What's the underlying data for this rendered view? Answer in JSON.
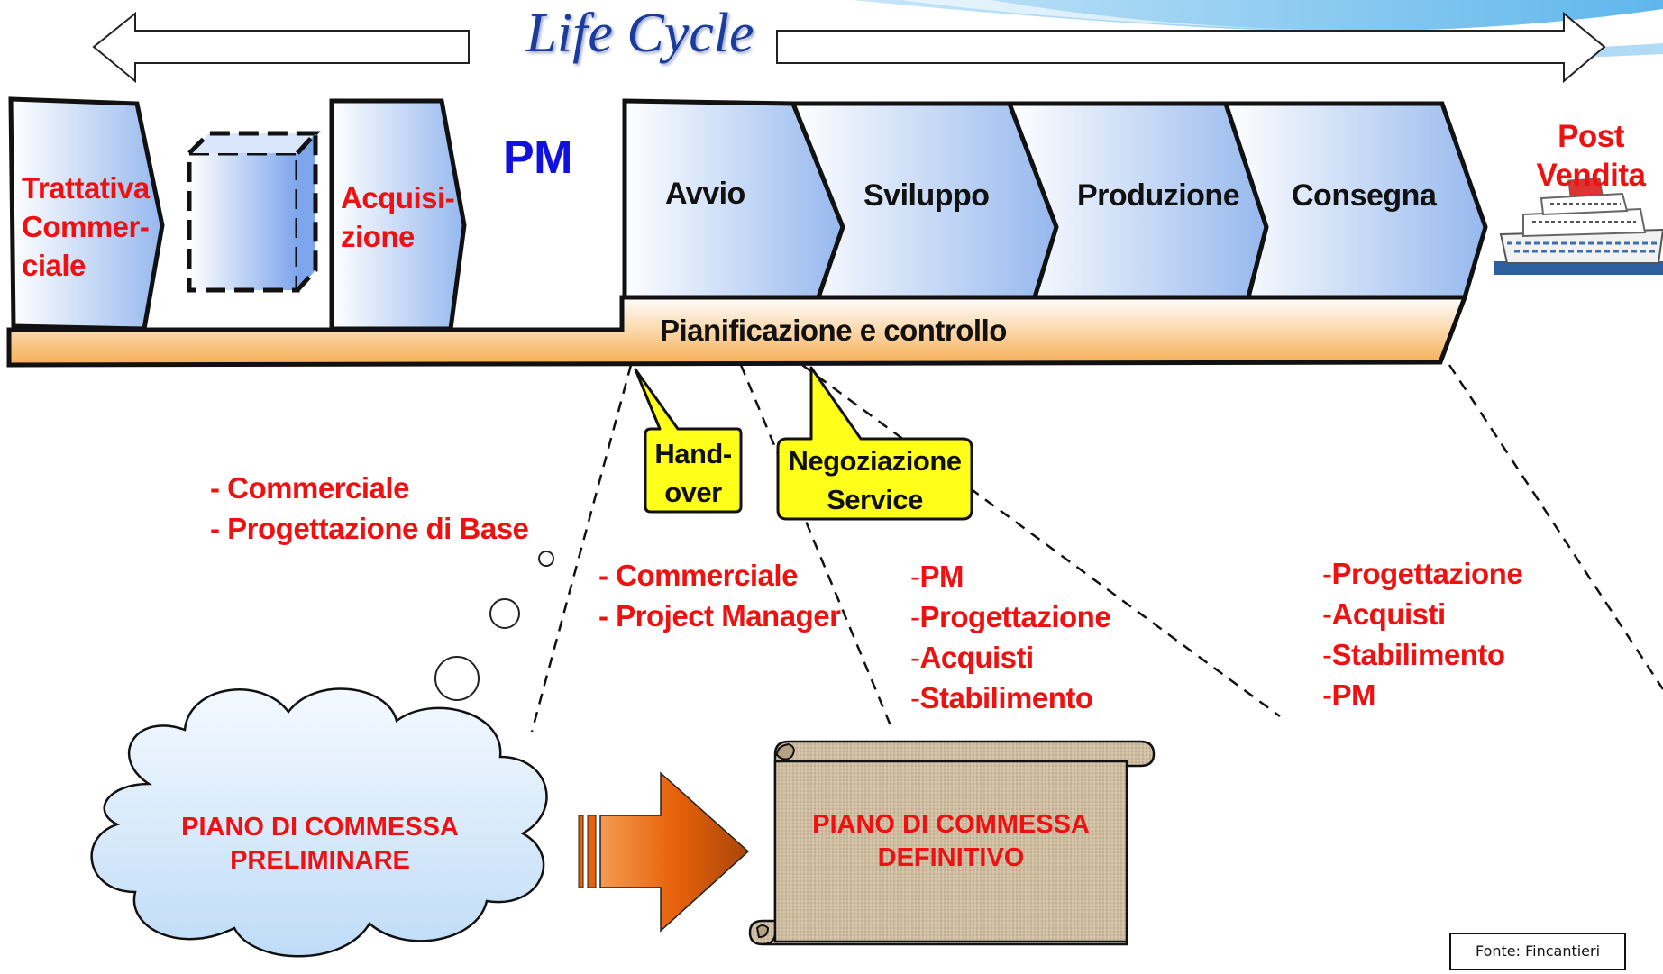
{
  "title": "Life Cycle",
  "phases": {
    "trattativa": [
      "Trattativa",
      "Commer-",
      "ciale"
    ],
    "acquisizione": [
      "Acquisi-",
      "zione"
    ],
    "pm": "PM",
    "avvio": "Avvio",
    "sviluppo": "Sviluppo",
    "produzione": "Produzione",
    "consegna": "Consegna",
    "post_vendita": [
      "Post",
      "Vendita"
    ]
  },
  "bar_label": "Pianificazione e controllo",
  "callouts": {
    "handover": [
      "Hand-",
      "over"
    ],
    "negoziazione": [
      "Negoziazione",
      "Service"
    ]
  },
  "lists": {
    "list1": [
      "- Commerciale",
      "- Progettazione di Base"
    ],
    "list2": [
      "- Commerciale",
      "- Project Manager"
    ],
    "list3": [
      {
        "dash": "-",
        "text": "PM"
      },
      {
        "dash": "-",
        "text": "Progettazione"
      },
      {
        "dash": "-",
        "text": "Acquisti"
      },
      {
        "dash": "-",
        "text": "Stabilimento"
      }
    ],
    "list4": [
      {
        "dash": "-",
        "text": "Progettazione"
      },
      {
        "dash": "-",
        "text": "Acquisti"
      },
      {
        "dash": "-",
        "text": "Stabilimento"
      },
      {
        "dash": "-",
        "text": "PM"
      }
    ]
  },
  "cloud_text": [
    "PIANO DI COMMESSA",
    "PRELIMINARE"
  ],
  "scroll_text": [
    "PIANO DI COMMESSA",
    "DEFINITIVO"
  ],
  "source": "Fonte: Fincantieri",
  "colors": {
    "phase_fill": "#9fbff0",
    "bar_fill": "#f7b45c",
    "callout_fill": "#ffff1a",
    "arrow_fill": "#e8620a",
    "text_red": "#ee1111",
    "text_blue": "#1111dd",
    "title_blue": "#1a3d9c"
  }
}
